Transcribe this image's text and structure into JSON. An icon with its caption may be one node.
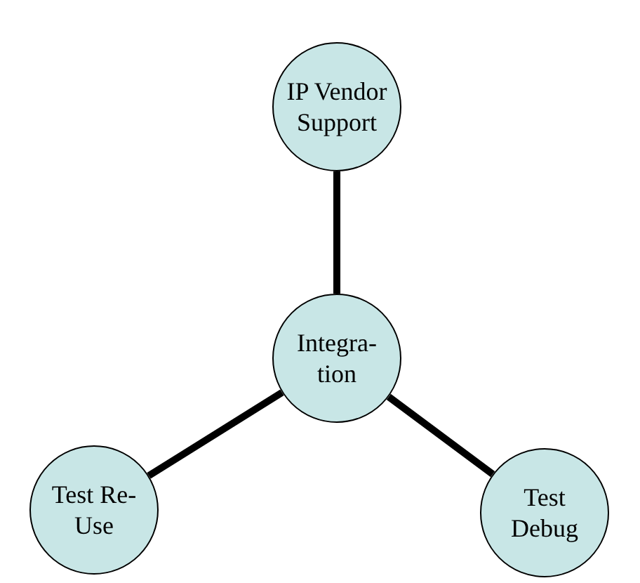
{
  "diagram": {
    "nodes": [
      {
        "text": [
          "IP Vendor Support"
        ]
      },
      {
        "text": [
          "Integra- tion"
        ]
      },
      {
        "text": [
          "Test Re-Use"
        ]
      },
      {
        "text": [
          "Test Debug"
        ]
      }
    ],
    "edges": [
      {
        "from": 1,
        "to": 0,
        "arrow": "none"
      },
      {
        "from": 1,
        "to": 2,
        "arrow": "none"
      },
      {
        "from": 1,
        "to": 3,
        "arrow": "none"
      }
    ]
  }
}
